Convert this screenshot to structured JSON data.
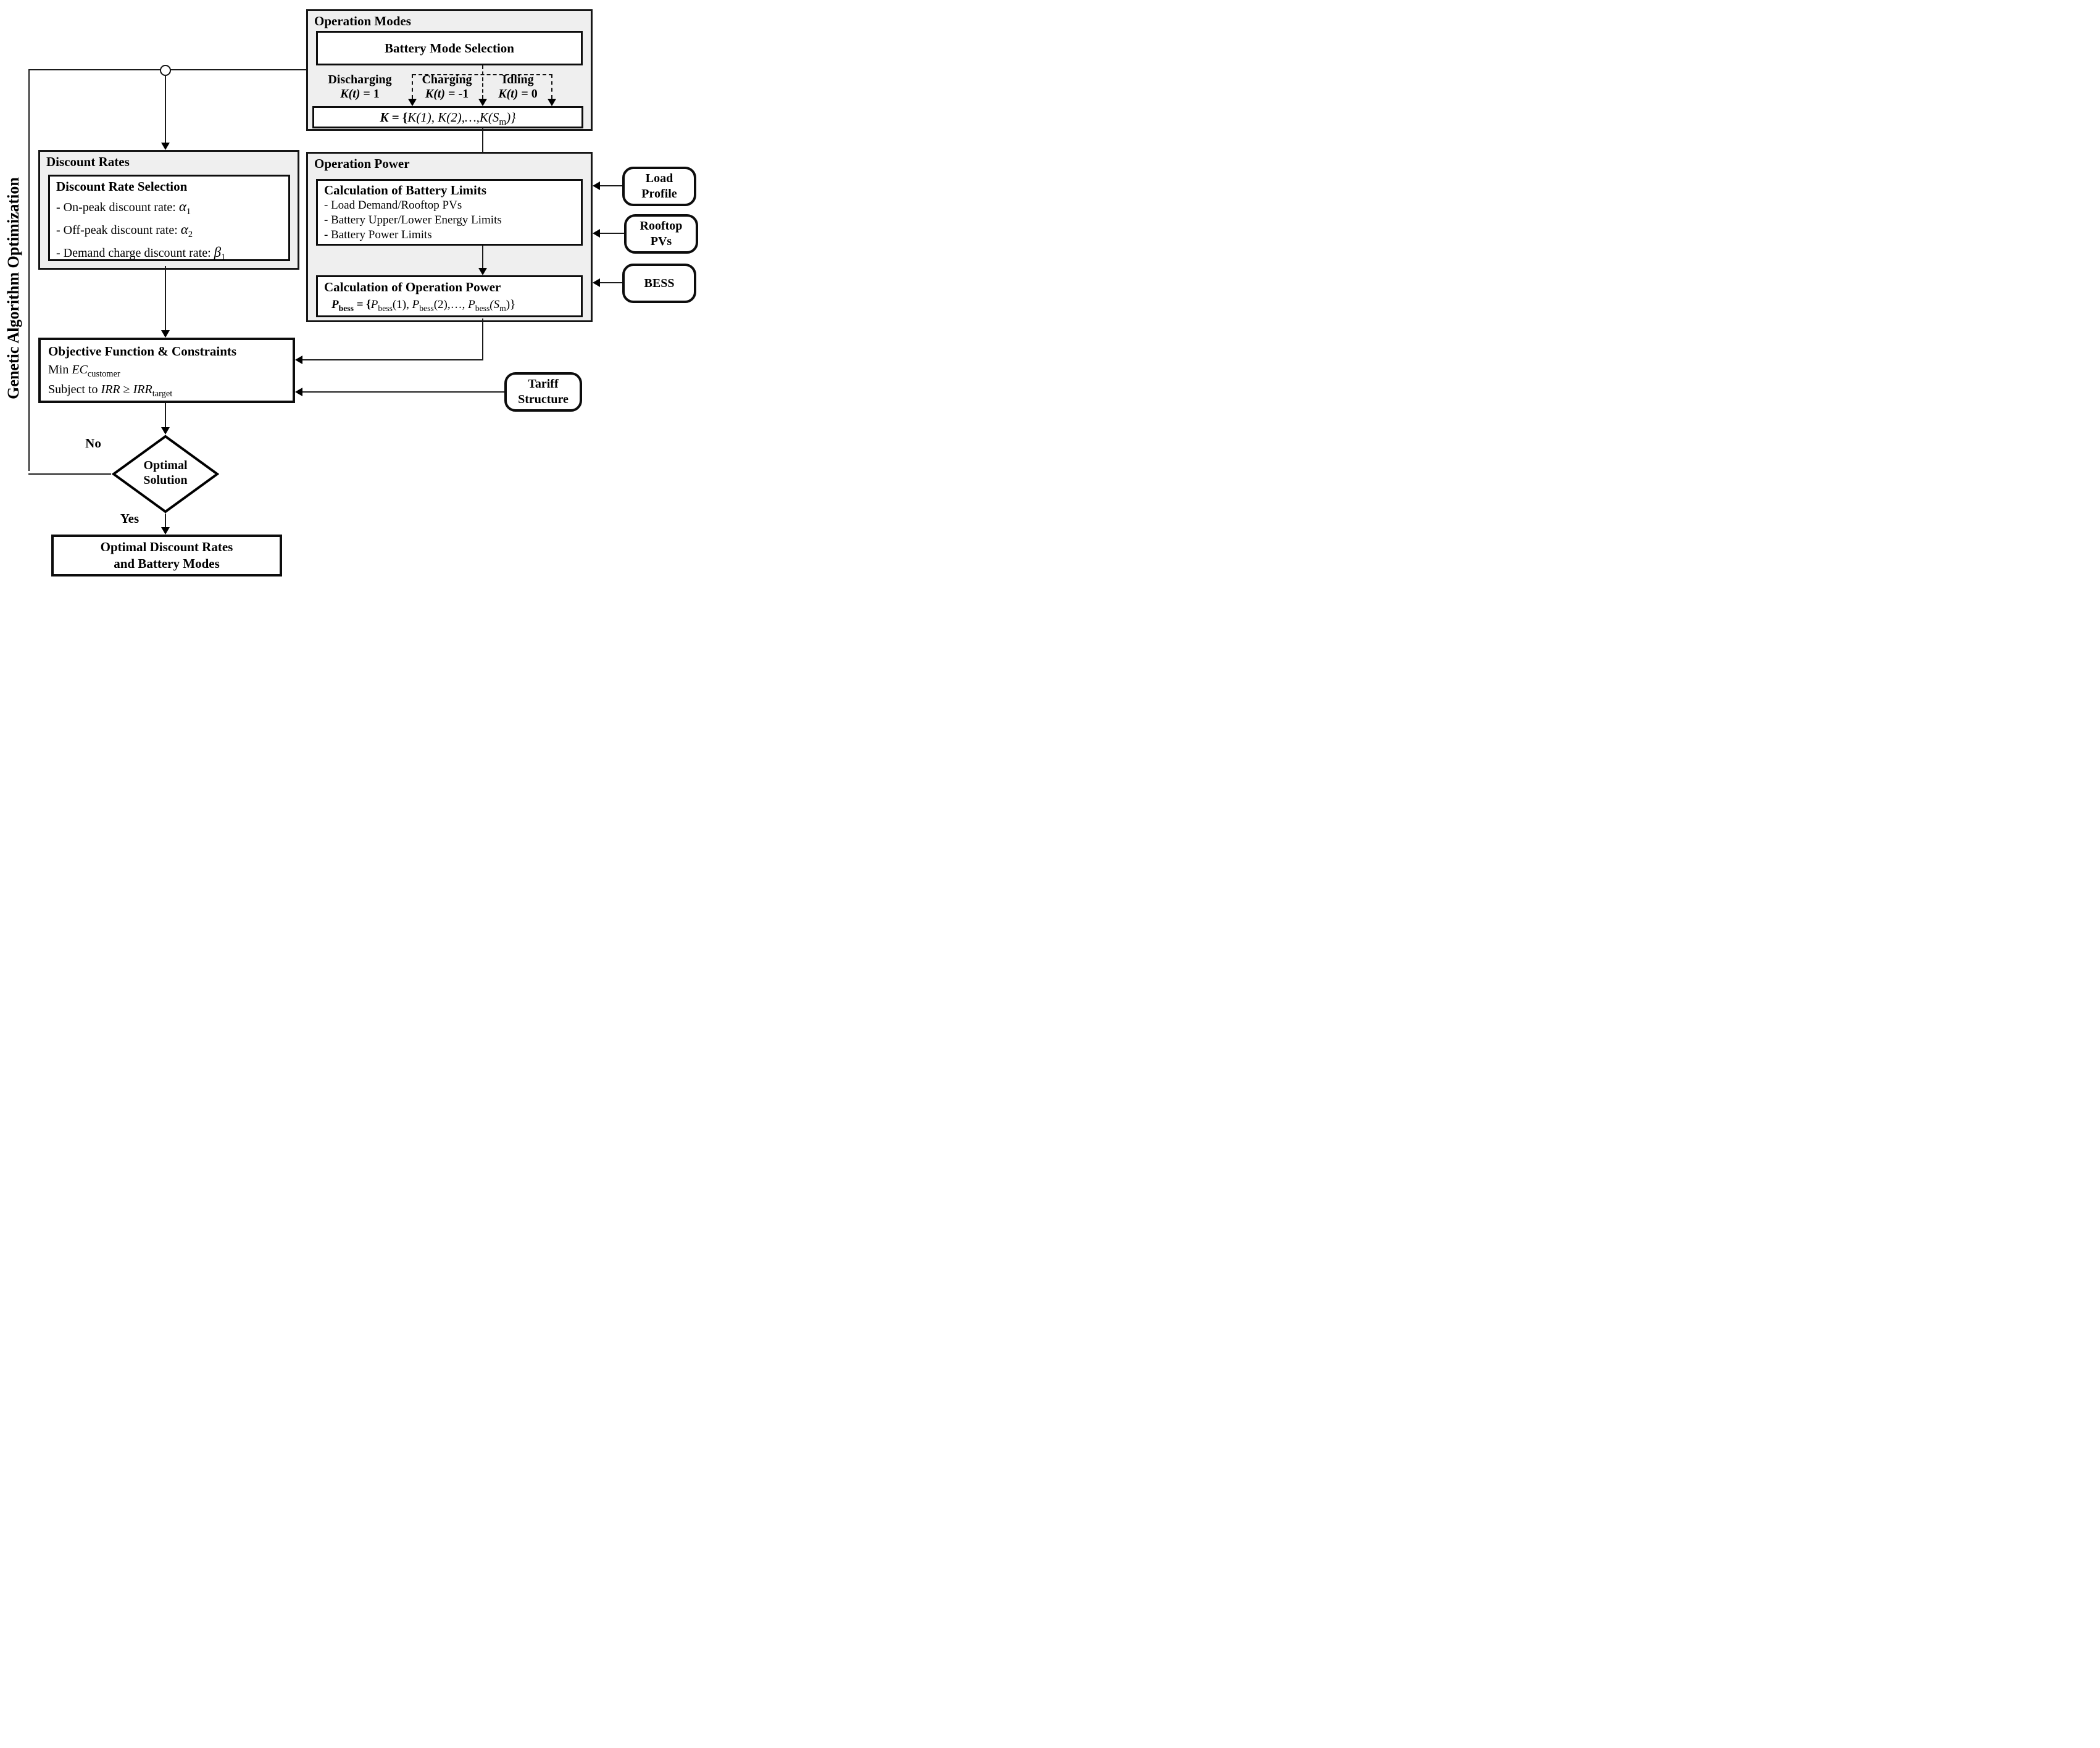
{
  "side_label": "Genetic Algorithm Optimization",
  "colors": {
    "panel_fill": "#efefef",
    "line": "#000000",
    "box_fill": "#ffffff"
  },
  "operation_modes": {
    "title": "Operation Modes",
    "selection_box": "Battery Mode Selection",
    "modes": [
      {
        "name": "Discharging",
        "cond_var": "K(t)",
        "cond_eq": " = 1"
      },
      {
        "name": "Charging",
        "cond_var": "K(t)",
        "cond_eq": " = -1"
      },
      {
        "name": "Idling",
        "cond_var": "K(t)",
        "cond_eq": " = 0"
      }
    ],
    "k_set": {
      "var": "K",
      "eq": " = {",
      "terms": "K(1), K(2),…,K(S",
      "sub": "m",
      "close": ")}"
    }
  },
  "discount_rates": {
    "title": "Discount Rates",
    "selection_title": "Discount Rate Selection",
    "items": [
      {
        "text": "- On-peak discount rate: ",
        "symbol": "α",
        "sub": "1"
      },
      {
        "text": "- Off-peak discount rate: ",
        "symbol": "α",
        "sub": "2"
      },
      {
        "text": "- Demand charge discount rate: ",
        "symbol": "β",
        "sub": "1"
      }
    ]
  },
  "operation_power": {
    "title": "Operation Power",
    "battery_limits": {
      "title": "Calculation of Battery Limits",
      "items": [
        "- Load Demand/Rooftop PVs",
        "- Battery Upper/Lower Energy Limits",
        "- Battery Power Limits"
      ]
    },
    "power_calc": {
      "title": "Calculation of Operation Power",
      "formula": {
        "lhs_var": "P",
        "lhs_sub": "bess",
        "eq": " = {",
        "t1_var": "P",
        "t1_sub": "bess",
        "t1_tail": "(1), ",
        "t2_var": "P",
        "t2_sub": "bess",
        "t2_tail": "(2),…, ",
        "t3_var": "P",
        "t3_sub": "bess",
        "t3_tail": "(S",
        "s_sub": "m",
        "close": ")}"
      }
    }
  },
  "inputs": {
    "load_profile": {
      "line1": "Load",
      "line2": "Profile"
    },
    "rooftop_pvs": {
      "line1": "Rooftop",
      "line2": "PVs"
    },
    "bess": {
      "line1": "BESS"
    },
    "tariff": {
      "line1": "Tariff",
      "line2": "Structure"
    }
  },
  "objective": {
    "title": "Objective Function & Constraints",
    "min_prefix": "Min ",
    "min_var": "EC",
    "min_sub": "customer",
    "st_prefix": "Subject to ",
    "st_var1": "IRR",
    "st_rel": " ≥ ",
    "st_var2": "IRR",
    "st_sub": "target"
  },
  "decision": {
    "line1": "Optimal",
    "line2": "Solution",
    "no_label": "No",
    "yes_label": "Yes"
  },
  "result": {
    "line1": "Optimal Discount Rates",
    "line2": "and Battery Modes"
  }
}
